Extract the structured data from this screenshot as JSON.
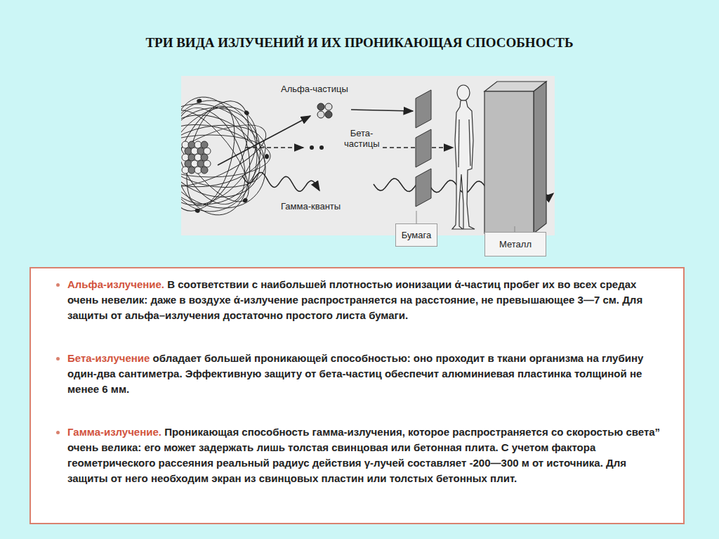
{
  "diagram": {
    "title": "ТРИ ВИДА ИЗЛУЧЕНИЙ И ИХ ПРОНИКАЮЩАЯ СПОСОБНОСТЬ",
    "nodes": [
      {
        "text": [
          "Альфа-излучение.",
          "В соответствии с наибольшей плотностью ионизации ά-частиц пробег их во всех средах очень невелик: даже в воздухе ά-излучение распространяется на расстояние, не превышающее 3—7 см. Для защиты от альфа–излучения достаточно простого листа бумаги.",
          "Бета-излучение",
          "обладает большей проникающей способностью: оно проходит в ткани организма на глубину один-два сантиметра. Эффективную защиту от бета-частиц обеспечит алюминиевая пластинка толщиной не менее 6 мм.",
          "Гамма-излучение.",
          "Проникающая способность гамма-излучения, которое распространяется со скоростью света” очень велика: его может задержать лишь толстая свинцовая или бетонная плита. С учетом фактора геометрического рассеяния реальный радиус действия γ-лучей составляет -200—300 м от источника. Для защиты от него необходим экран из свинцовых пластин или толстых бетонных плит."
        ]
      },
      {
        "text": [
          "Бумага"
        ]
      },
      {
        "text": [
          "Металл"
        ]
      }
    ],
    "labels": [
      "Альфа-частицы",
      "Бета- частицы",
      "Гамма-кванты"
    ]
  }
}
